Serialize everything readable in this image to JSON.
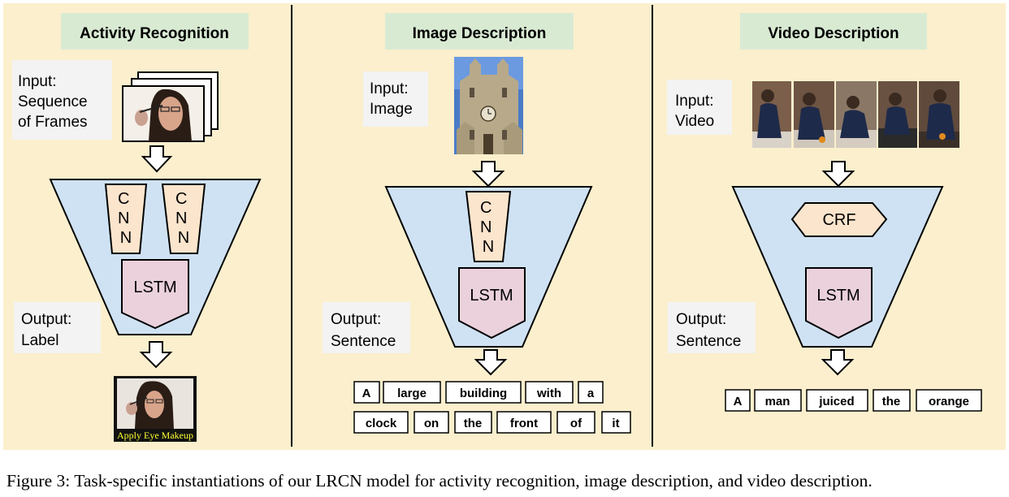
{
  "panels": {
    "activity": {
      "title": "Activity Recognition",
      "input_label": [
        "Input:",
        "Sequence",
        "of Frames"
      ],
      "cnn_letters": [
        "C",
        "N",
        "N"
      ],
      "lstm_label": "LSTM",
      "output_label": [
        "Output:",
        "Label"
      ],
      "output_caption": "Apply Eye Makeup"
    },
    "image": {
      "title": "Image Description",
      "input_label": [
        "Input:",
        "Image"
      ],
      "cnn_letters": [
        "C",
        "N",
        "N"
      ],
      "lstm_label": "LSTM",
      "output_label": [
        "Output:",
        "Sentence"
      ],
      "words_row1": [
        "A",
        "large",
        "building",
        "with",
        "a"
      ],
      "words_row2": [
        "clock",
        "on",
        "the",
        "front",
        "of",
        "it"
      ]
    },
    "video": {
      "title": "Video Description",
      "input_label": [
        "Input:",
        "Video"
      ],
      "crf_label": "CRF",
      "lstm_label": "LSTM",
      "output_label": [
        "Output:",
        "Sentence"
      ],
      "words": [
        "A",
        "man",
        "juiced",
        "the",
        "orange"
      ]
    }
  },
  "caption": "Figure 3: Task-specific instantiations of our LRCN model for activity recognition, image description, and video description.",
  "colors": {
    "panel_bg": "#fbefcd",
    "title_bg": "#d9ead3",
    "label_bg": "#f3f3f3",
    "funnel": "#cfe2f3",
    "cnn": "#fce5cd",
    "lstm": "#ead1dc"
  }
}
